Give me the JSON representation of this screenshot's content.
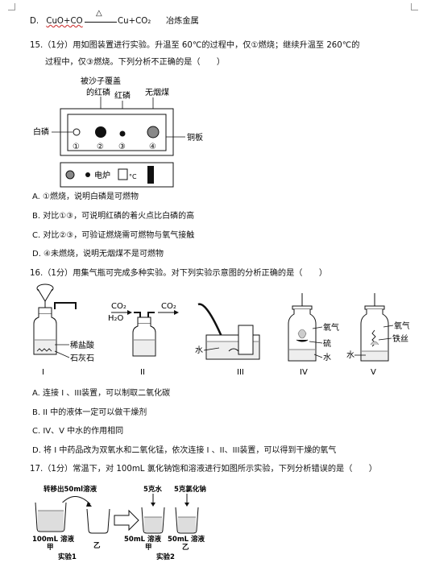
{
  "line_d": {
    "label": "D.",
    "reaction_left": "CuO+CO",
    "reaction_condition": "△",
    "reaction_right": "Cu+CO₂",
    "use": "冶炼金属"
  },
  "q15": {
    "stem_1": "15.（1分）用如图装置进行实验。升温至 60℃的过程中，仅①燃烧；继续升温至 260℃的",
    "stem_2": "过程中，仅③燃烧。下列分析不正确的是（　　）",
    "figure": {
      "label_sand": "被沙子覆盖",
      "label_sand2": "的红磷",
      "label_red": "红磷",
      "label_coal": "无烟煤",
      "label_white": "白磷",
      "label_plate": "铜板",
      "n1": "①",
      "n2": "②",
      "n3": "③",
      "n4": "④",
      "label_stove": "电炉"
    },
    "options": [
      "A.  ①燃烧，说明白磷是可燃物",
      "B.  对比①③，可说明红磷的着火点比白磷的高",
      "C.  对比②③，可验证燃烧需可燃物与氧气接触",
      "D.  ④未燃烧，说明无烟煤不是可燃物"
    ]
  },
  "q16": {
    "stem": "16.（1分）用集气瓶可完成多种实验。对下列实验示意图的分析正确的是（　　）",
    "figure": {
      "acid": "稀盐酸",
      "stone": "石灰石",
      "co2_in": "CO₂",
      "h2o": "H₂O",
      "co2_out": "CO₂",
      "water3": "水",
      "oxygen4": "氧气",
      "sulfur": "硫",
      "water4": "水",
      "oxygen5": "氧气",
      "iron": "铁丝",
      "water5": "水",
      "r1": "I",
      "r2": "II",
      "r3": "III",
      "r4": "IV",
      "r5": "V"
    },
    "options": [
      "A.  连接 I 、III装置，可以制取二氧化碳",
      "B.  II 中的液体一定可以做干燥剂",
      "C.  IV、V 中水的作用相同",
      "D.  将 I 中药品改为双氧水和二氧化锰，依次连接 I 、II、III装置，可以得到干燥的氧气"
    ]
  },
  "q17": {
    "stem": "17.（1分）常温下，对 100mL 氯化钠饱和溶液进行如图所示实验，下列分析错误的是（　　）",
    "figure": {
      "transfer": "转移出50ml溶液",
      "v100": "100mL 溶液",
      "jia1": "甲",
      "yi1": "乙",
      "exp1": "实验1",
      "water5g": "5克水",
      "salt5g": "5克氯化钠",
      "v50a": "50mL 溶液",
      "v50b": "50mL 溶液",
      "jia2": "甲",
      "yi2": "乙",
      "exp2": "实验2"
    }
  }
}
